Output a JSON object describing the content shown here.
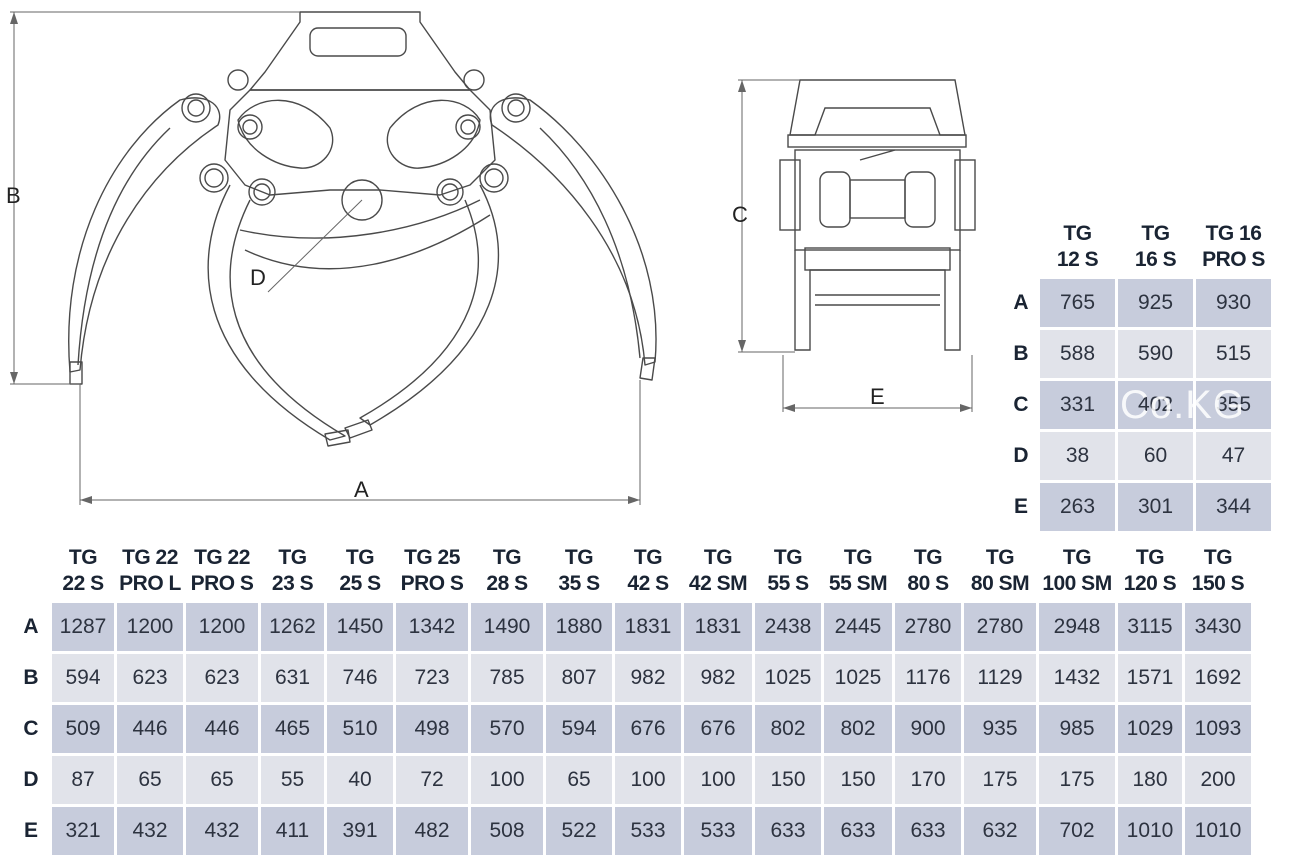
{
  "dimension_labels": {
    "front": {
      "a": "A",
      "b": "B",
      "d": "D"
    },
    "side": {
      "c": "C",
      "e": "E"
    }
  },
  "watermark": "Co.KG",
  "small_table": {
    "columns": [
      "TG\n12 S",
      "TG\n16 S",
      "TG 16\nPRO S"
    ],
    "rows": [
      {
        "label": "A",
        "values": [
          "765",
          "925",
          "930"
        ]
      },
      {
        "label": "B",
        "values": [
          "588",
          "590",
          "515"
        ]
      },
      {
        "label": "C",
        "values": [
          "331",
          "402",
          "355"
        ]
      },
      {
        "label": "D",
        "values": [
          "38",
          "60",
          "47"
        ]
      },
      {
        "label": "E",
        "values": [
          "263",
          "301",
          "344"
        ]
      }
    ]
  },
  "large_table": {
    "columns": [
      "TG\n22 S",
      "TG 22\nPRO L",
      "TG 22\nPRO S",
      "TG\n23 S",
      "TG\n25 S",
      "TG 25\nPRO S",
      "TG\n28 S",
      "TG\n35 S",
      "TG\n42 S",
      "TG\n42 SM",
      "TG\n55 S",
      "TG\n55 SM",
      "TG\n80 S",
      "TG\n80 SM",
      "TG\n100 SM",
      "TG\n120 S",
      "TG\n150 S"
    ],
    "rows": [
      {
        "label": "A",
        "values": [
          "1287",
          "1200",
          "1200",
          "1262",
          "1450",
          "1342",
          "1490",
          "1880",
          "1831",
          "1831",
          "2438",
          "2445",
          "2780",
          "2780",
          "2948",
          "3115",
          "3430"
        ]
      },
      {
        "label": "B",
        "values": [
          "594",
          "623",
          "623",
          "631",
          "746",
          "723",
          "785",
          "807",
          "982",
          "982",
          "1025",
          "1025",
          "1176",
          "1129",
          "1432",
          "1571",
          "1692"
        ]
      },
      {
        "label": "C",
        "values": [
          "509",
          "446",
          "446",
          "465",
          "510",
          "498",
          "570",
          "594",
          "676",
          "676",
          "802",
          "802",
          "900",
          "935",
          "985",
          "1029",
          "1093"
        ]
      },
      {
        "label": "D",
        "values": [
          "87",
          "65",
          "65",
          "55",
          "40",
          "72",
          "100",
          "65",
          "100",
          "100",
          "150",
          "150",
          "170",
          "175",
          "175",
          "180",
          "200"
        ]
      },
      {
        "label": "E",
        "values": [
          "321",
          "432",
          "432",
          "411",
          "391",
          "482",
          "508",
          "522",
          "533",
          "533",
          "633",
          "633",
          "633",
          "632",
          "702",
          "1010",
          "1010"
        ]
      }
    ]
  },
  "colors": {
    "shade_dark": "#c7ccdc",
    "shade_light": "#e1e3ea",
    "line": "#4a4a4a"
  }
}
